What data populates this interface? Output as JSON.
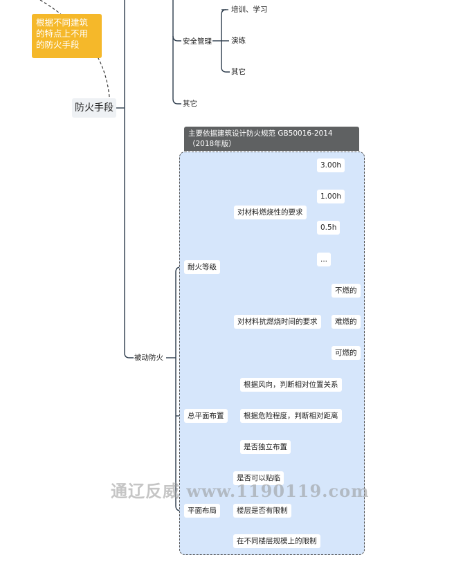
{
  "note": {
    "text": "根据不同建筑\n的特点上不用\n的防火手段"
  },
  "central": {
    "label": "防火手段"
  },
  "safety": {
    "label": "安全管理",
    "children": [
      "培训、学习",
      "演练",
      "其它"
    ]
  },
  "other_top": "其它",
  "passive": {
    "label": "被动防火",
    "boundary_title": "主要依据建筑设计防火规范 GB50016-2014（2018年版）",
    "fire_rating": {
      "label": "耐火等级",
      "material_req": {
        "label": "对材料燃烧性的要求",
        "children": [
          "3.00h",
          "1.00h",
          "0.5h",
          "..."
        ]
      },
      "time_req": {
        "label": "对材料抗燃烧时间的要求",
        "children": [
          "不燃的",
          "难燃的",
          "可燃的"
        ]
      }
    },
    "site_layout": {
      "label": "总平面布置",
      "children": [
        "根据风向，判断相对位置关系",
        "根据危险程度，判断相对距离",
        "是否独立布置"
      ]
    },
    "floor_layout": {
      "label": "平面布局",
      "children": [
        "是否可以贴临",
        "楼层是否有限制",
        "在不同楼层规模上的限制"
      ]
    }
  },
  "watermark": "通辽反威 www.1190119.com",
  "colors": {
    "note": "#f5b82a",
    "boundary_fill": "#d6e6fb",
    "boundary_title_bg": "#5f6162",
    "line": "#2b3a4a"
  }
}
